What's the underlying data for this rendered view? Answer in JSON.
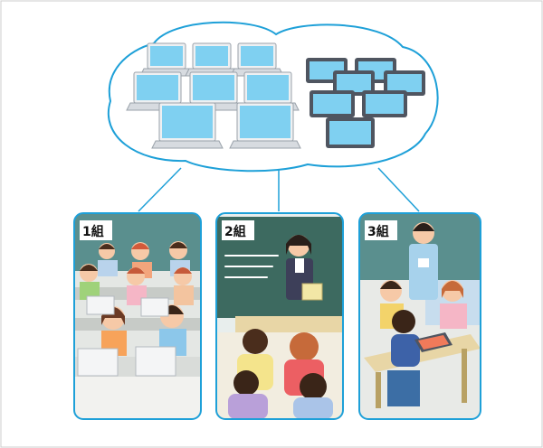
{
  "classes": [
    {
      "label": "1組"
    },
    {
      "label": "2組"
    },
    {
      "label": "3組"
    }
  ],
  "colors": {
    "frame_border": "#1ea0d8",
    "cloud_border": "#1ea0d8",
    "screen_blue": "#7fd0f1",
    "laptop_gray": "#e9ecef",
    "tablet_dark": "#4f5560",
    "wall_teal": "#5a8f8e",
    "board_green": "#3d6a60",
    "floor_cream": "#efe6cf"
  },
  "icons": {
    "cloud": "cloud-icon",
    "laptop": "laptop-icon",
    "tablet": "tablet-icon"
  }
}
